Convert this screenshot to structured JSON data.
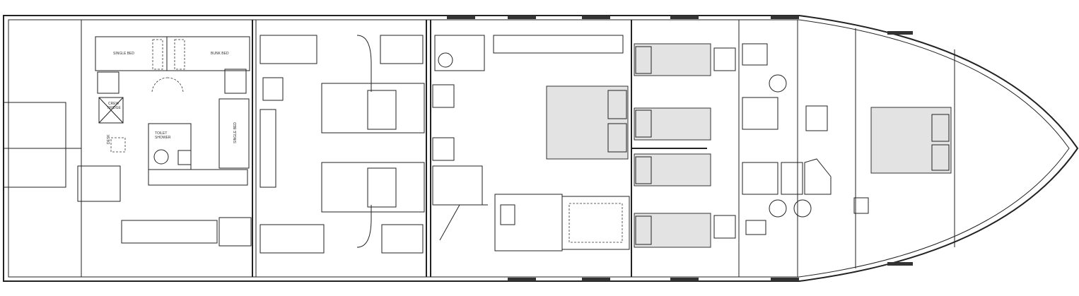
{
  "plan": {
    "title": "Lower deck plan",
    "labels": {
      "single_bed_top": "SINGLE BED",
      "bunk_bed": "BUNK BED",
      "crew_fridge_1": "CREW",
      "crew_fridge_2": "FRIDGE",
      "desk": "DESK",
      "toilet_1": "TOILET",
      "toilet_2": "SHOWER",
      "single_bed_side": "SINGLE BED"
    }
  }
}
